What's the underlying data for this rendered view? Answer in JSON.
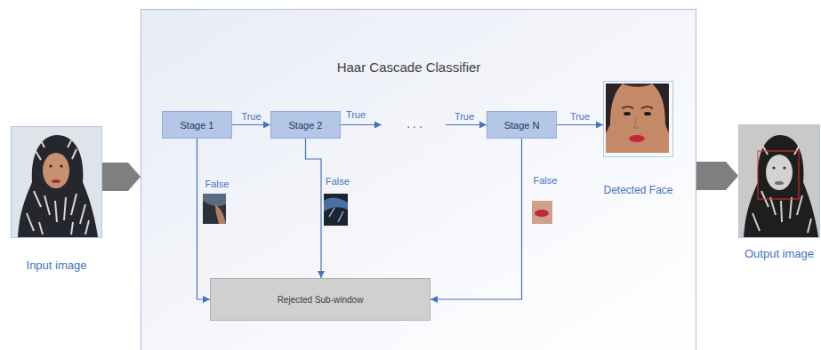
{
  "diagram": {
    "nodes": [
      {
        "text": [
          "Input image"
        ]
      },
      {
        "text": [
          "Haar Cascade Classifier"
        ]
      },
      {
        "text": [
          "Stage 1"
        ],
        "in": 1
      },
      {
        "text": [
          "Stage 2"
        ],
        "in": 1
      },
      {
        "text": [
          "Stage N"
        ],
        "in": 1
      },
      {
        "text": [
          "Detected Face"
        ],
        "in": 1
      },
      {
        "text": [
          "Rejected Sub-window"
        ],
        "in": 1
      },
      {
        "text": [
          "Output image"
        ]
      }
    ],
    "edges": [
      {
        "from": 0,
        "to": 1,
        "arrow": "to"
      },
      {
        "from": 2,
        "to": 3,
        "label": "True",
        "arrow": "to"
      },
      {
        "from": 3,
        "to": 4,
        "label": "True",
        "arrow": "to"
      },
      {
        "from": 4,
        "to": 5,
        "label": "True",
        "arrow": "to"
      },
      {
        "from": 2,
        "to": 6,
        "label": "False",
        "arrow": "to"
      },
      {
        "from": 3,
        "to": 6,
        "label": "False",
        "arrow": "to"
      },
      {
        "from": 4,
        "to": 6,
        "label": "False",
        "arrow": "to"
      },
      {
        "from": 1,
        "to": 7,
        "arrow": "to"
      }
    ],
    "labels": [
      "True",
      "..."
    ]
  }
}
